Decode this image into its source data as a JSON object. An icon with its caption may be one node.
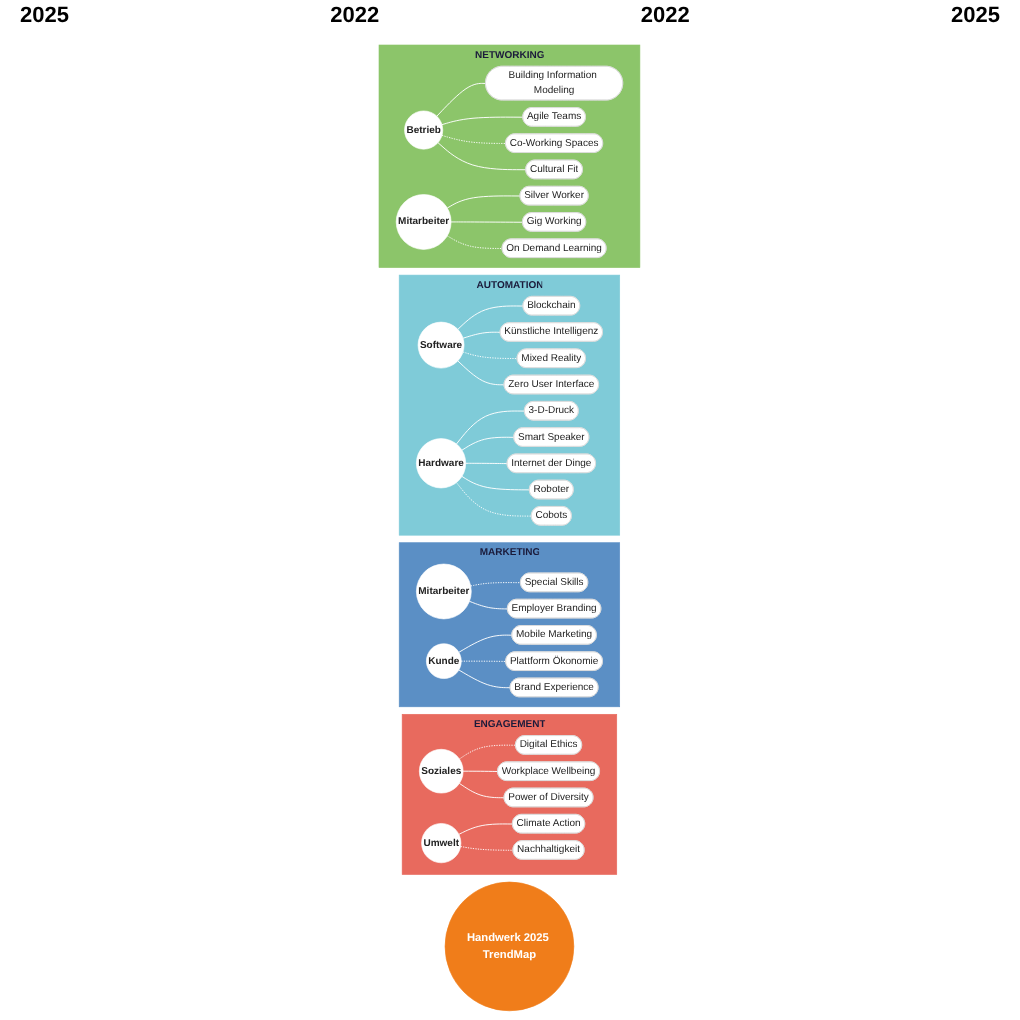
{
  "diagram": {
    "nodes": [
      {
        "text": [
          "Handwerk 2025 TrendMap"
        ]
      },
      {
        "text": [
          "NETWORKING"
        ]
      },
      {
        "text": [
          "Betrieb"
        ],
        "in": 1
      },
      {
        "text": [
          "Mitarbeiter"
        ],
        "in": 1
      },
      {
        "text": [
          "Building Information Modeling"
        ],
        "in": 1
      },
      {
        "text": [
          "Agile Teams"
        ],
        "in": 1
      },
      {
        "text": [
          "Co-Working Spaces"
        ],
        "in": 1
      },
      {
        "text": [
          "Cultural Fit"
        ],
        "in": 1
      },
      {
        "text": [
          "Silver Worker"
        ],
        "in": 1
      },
      {
        "text": [
          "Gig Working"
        ],
        "in": 1
      },
      {
        "text": [
          "On Demand Learning"
        ],
        "in": 1
      },
      {
        "text": [
          "AUTOMATION"
        ]
      },
      {
        "text": [
          "Software"
        ],
        "in": 11
      },
      {
        "text": [
          "Hardware"
        ],
        "in": 11
      },
      {
        "text": [
          "Blockchain"
        ],
        "in": 11
      },
      {
        "text": [
          "Künstliche Intelligenz"
        ],
        "in": 11
      },
      {
        "text": [
          "Mixed Reality"
        ],
        "in": 11
      },
      {
        "text": [
          "Zero User Interface"
        ],
        "in": 11
      },
      {
        "text": [
          "3-D-Druck"
        ],
        "in": 11
      },
      {
        "text": [
          "Smart Speaker"
        ],
        "in": 11
      },
      {
        "text": [
          "Internet der Dinge"
        ],
        "in": 11
      },
      {
        "text": [
          "Roboter"
        ],
        "in": 11
      },
      {
        "text": [
          "Cobots"
        ],
        "in": 11
      },
      {
        "text": [
          "MARKETING"
        ]
      },
      {
        "text": [
          "Mitarbeiter"
        ],
        "in": 23
      },
      {
        "text": [
          "Kunde"
        ],
        "in": 23
      },
      {
        "text": [
          "Special Skills"
        ],
        "in": 23
      },
      {
        "text": [
          "Employer Branding"
        ],
        "in": 23
      },
      {
        "text": [
          "Mobile Marketing"
        ],
        "in": 23
      },
      {
        "text": [
          "Plattform Ökonomie"
        ],
        "in": 23
      },
      {
        "text": [
          "Brand Experience"
        ],
        "in": 23
      },
      {
        "text": [
          "ENGAGEMENT"
        ]
      },
      {
        "text": [
          "Soziales"
        ],
        "in": 31
      },
      {
        "text": [
          "Umwelt"
        ],
        "in": 31
      },
      {
        "text": [
          "Digital Ethics"
        ],
        "in": 31
      },
      {
        "text": [
          "Workplace Wellbeing"
        ],
        "in": 31
      },
      {
        "text": [
          "Power of Diversity"
        ],
        "in": 31
      },
      {
        "text": [
          "Climate Action"
        ],
        "in": 31
      },
      {
        "text": [
          "Nachhaltigkeit"
        ],
        "in": 31
      }
    ],
    "edges": [
      {
        "from": 2,
        "to": 4,
        "arrow": "none"
      },
      {
        "from": 2,
        "to": 5,
        "arrow": "none"
      },
      {
        "from": 2,
        "to": 6,
        "arrow": "none",
        "style": "dashed"
      },
      {
        "from": 2,
        "to": 7,
        "arrow": "none"
      },
      {
        "from": 3,
        "to": 8,
        "arrow": "none"
      },
      {
        "from": 3,
        "to": 9,
        "arrow": "none"
      },
      {
        "from": 3,
        "to": 10,
        "arrow": "none",
        "style": "dashed"
      },
      {
        "from": 12,
        "to": 14,
        "arrow": "none"
      },
      {
        "from": 12,
        "to": 15,
        "arrow": "none"
      },
      {
        "from": 12,
        "to": 16,
        "arrow": "none",
        "style": "dashed"
      },
      {
        "from": 12,
        "to": 17,
        "arrow": "none"
      },
      {
        "from": 13,
        "to": 18,
        "arrow": "none"
      },
      {
        "from": 13,
        "to": 19,
        "arrow": "none"
      },
      {
        "from": 13,
        "to": 20,
        "arrow": "none"
      },
      {
        "from": 13,
        "to": 21,
        "arrow": "none"
      },
      {
        "from": 13,
        "to": 22,
        "arrow": "none",
        "style": "dashed"
      },
      {
        "from": 24,
        "to": 26,
        "arrow": "none",
        "style": "dashed"
      },
      {
        "from": 24,
        "to": 27,
        "arrow": "none"
      },
      {
        "from": 25,
        "to": 28,
        "arrow": "none"
      },
      {
        "from": 25,
        "to": 29,
        "arrow": "none",
        "style": "dashed"
      },
      {
        "from": 25,
        "to": 30,
        "arrow": "none"
      },
      {
        "from": 32,
        "to": 34,
        "arrow": "none",
        "style": "dashed"
      },
      {
        "from": 32,
        "to": 35,
        "arrow": "none"
      },
      {
        "from": 32,
        "to": 36,
        "arrow": "none"
      },
      {
        "from": 33,
        "to": 37,
        "arrow": "none"
      },
      {
        "from": 33,
        "to": 38,
        "arrow": "none",
        "style": "dashed"
      }
    ],
    "labels": [
      "2025",
      "2022",
      "2022",
      "2025"
    ]
  }
}
